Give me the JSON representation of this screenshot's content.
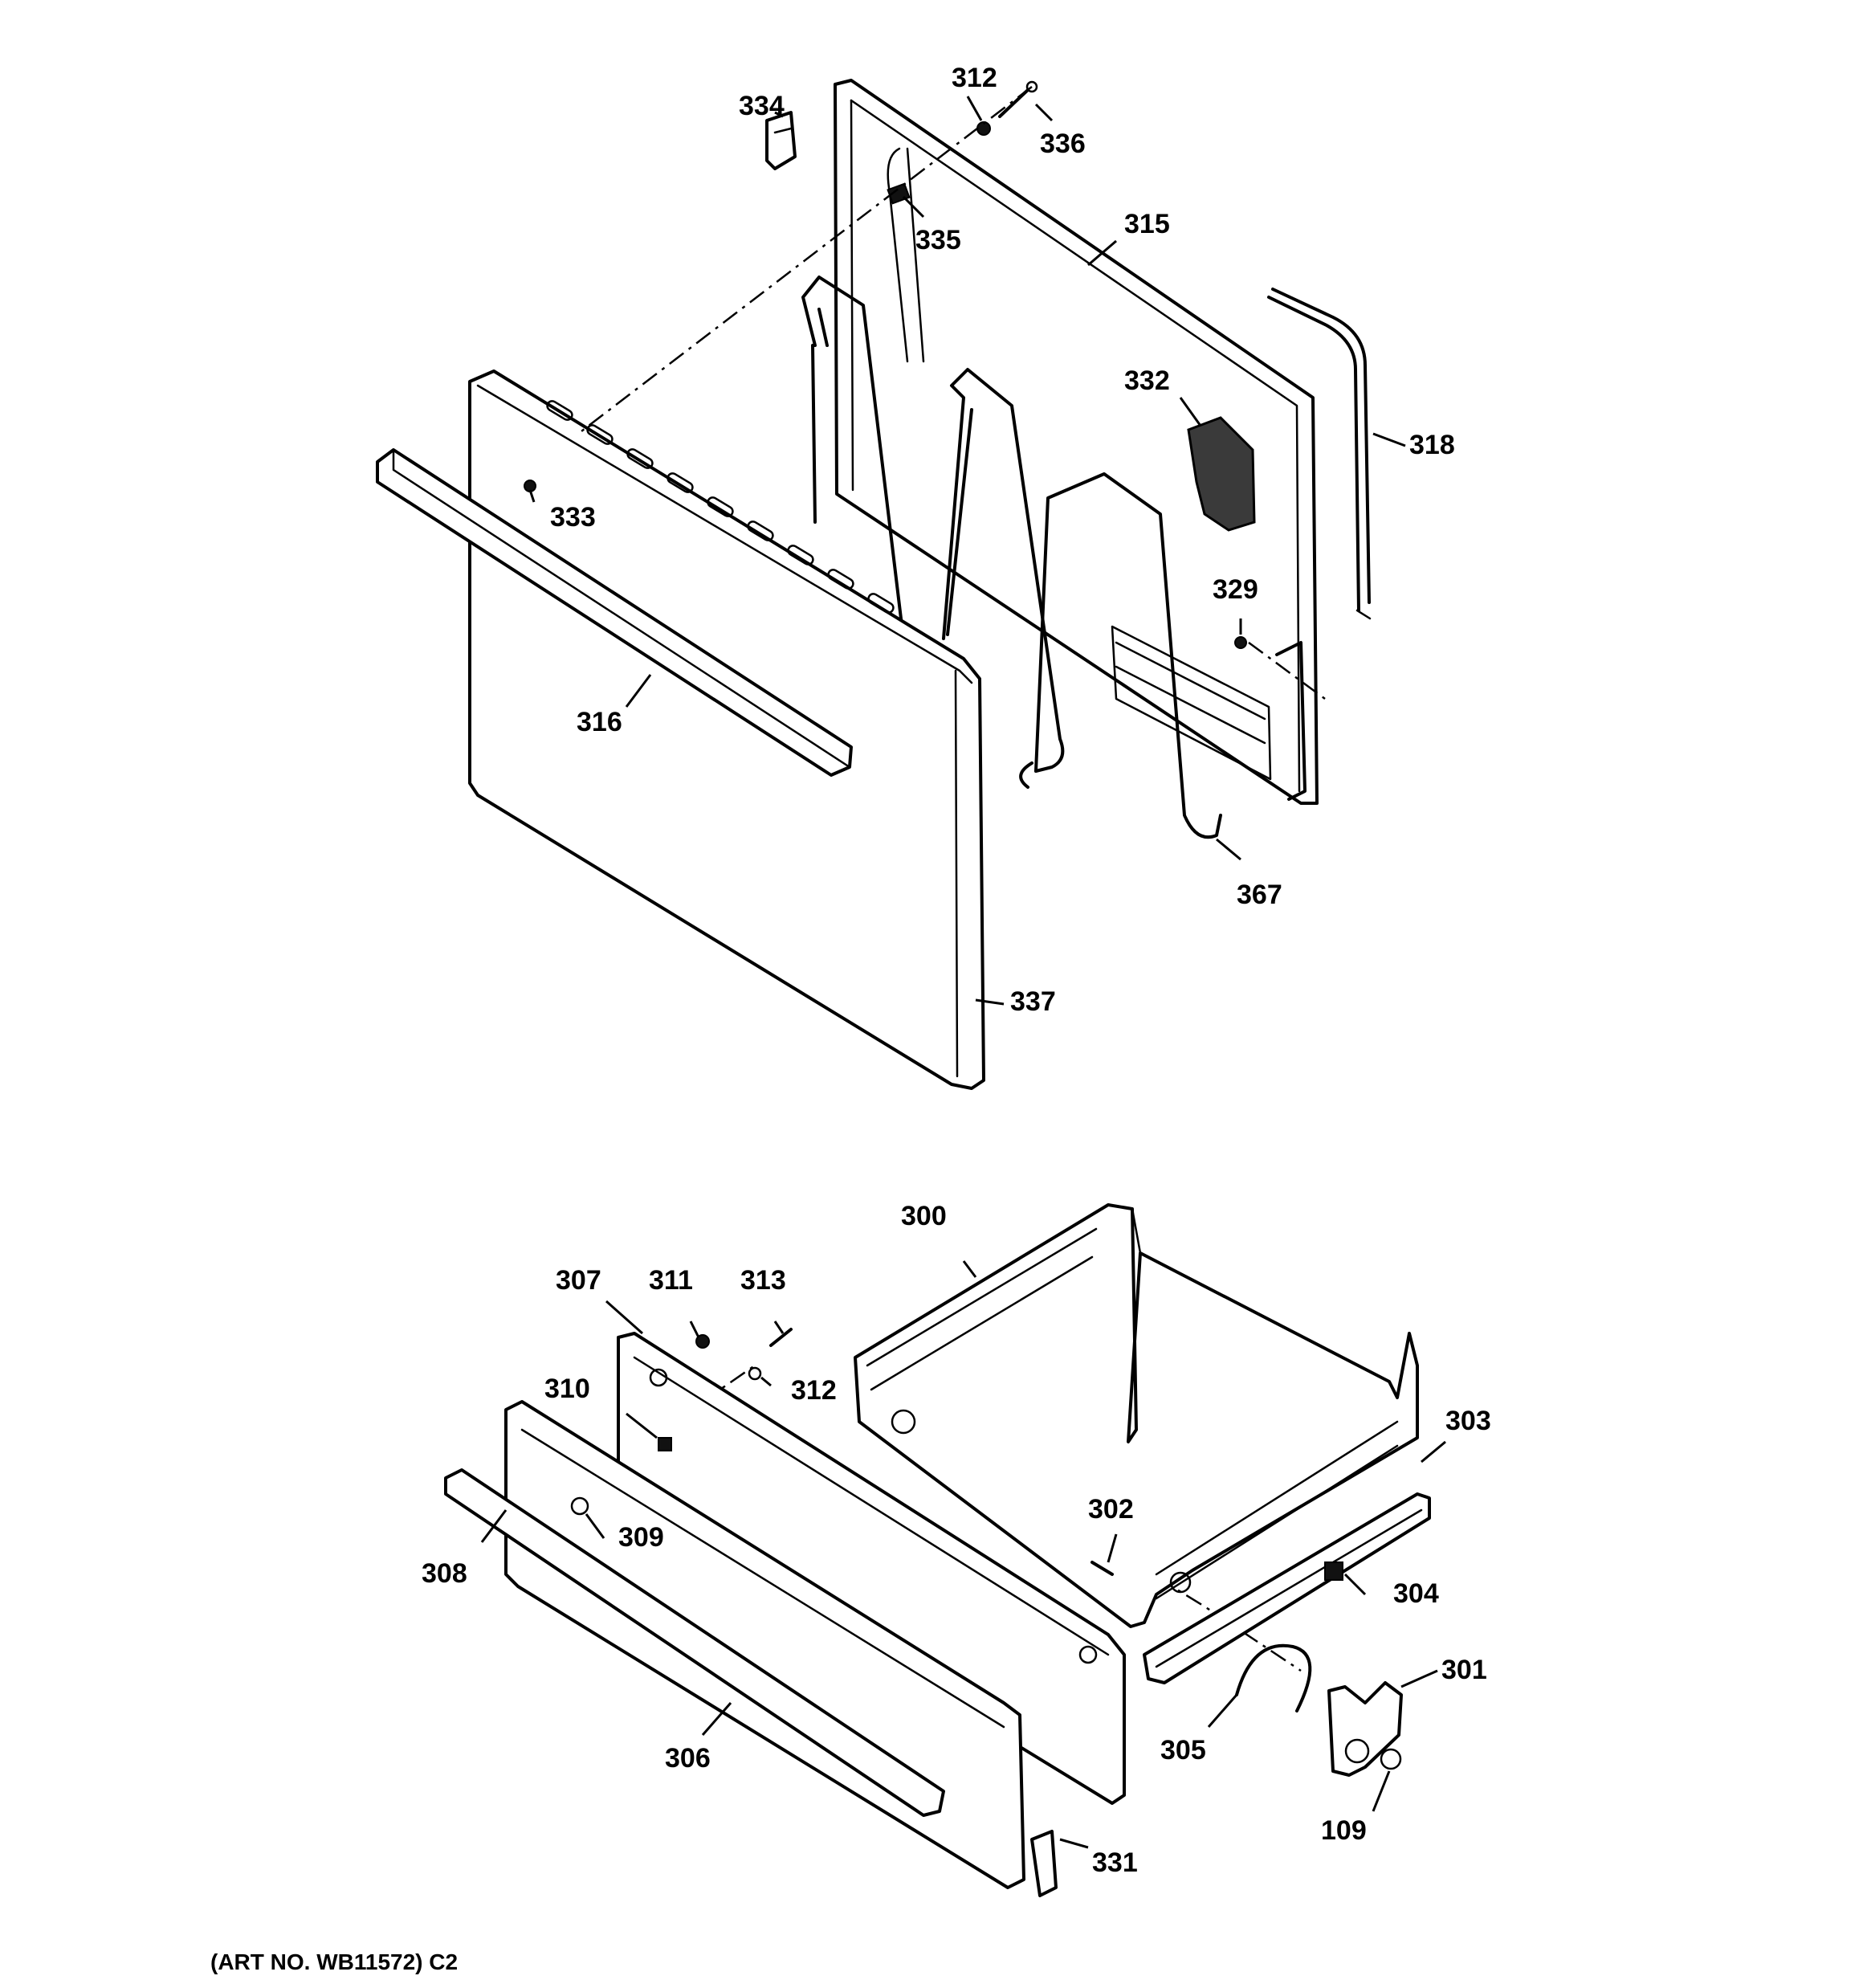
{
  "callouts": {
    "c312_top": "312",
    "c334": "334",
    "c336": "336",
    "c335": "335",
    "c315": "315",
    "c332": "332",
    "c318": "318",
    "c333": "333",
    "c329": "329",
    "c316": "316",
    "c367": "367",
    "c337": "337",
    "c300": "300",
    "c307": "307",
    "c311": "311",
    "c313": "313",
    "c310": "310",
    "c312_bottom": "312",
    "c303": "303",
    "c302": "302",
    "c309": "309",
    "c308": "308",
    "c304": "304",
    "c301": "301",
    "c305": "305",
    "c306": "306",
    "c109": "109",
    "c331": "331"
  },
  "footer": {
    "art_number": "(ART NO. WB11572) C2"
  }
}
